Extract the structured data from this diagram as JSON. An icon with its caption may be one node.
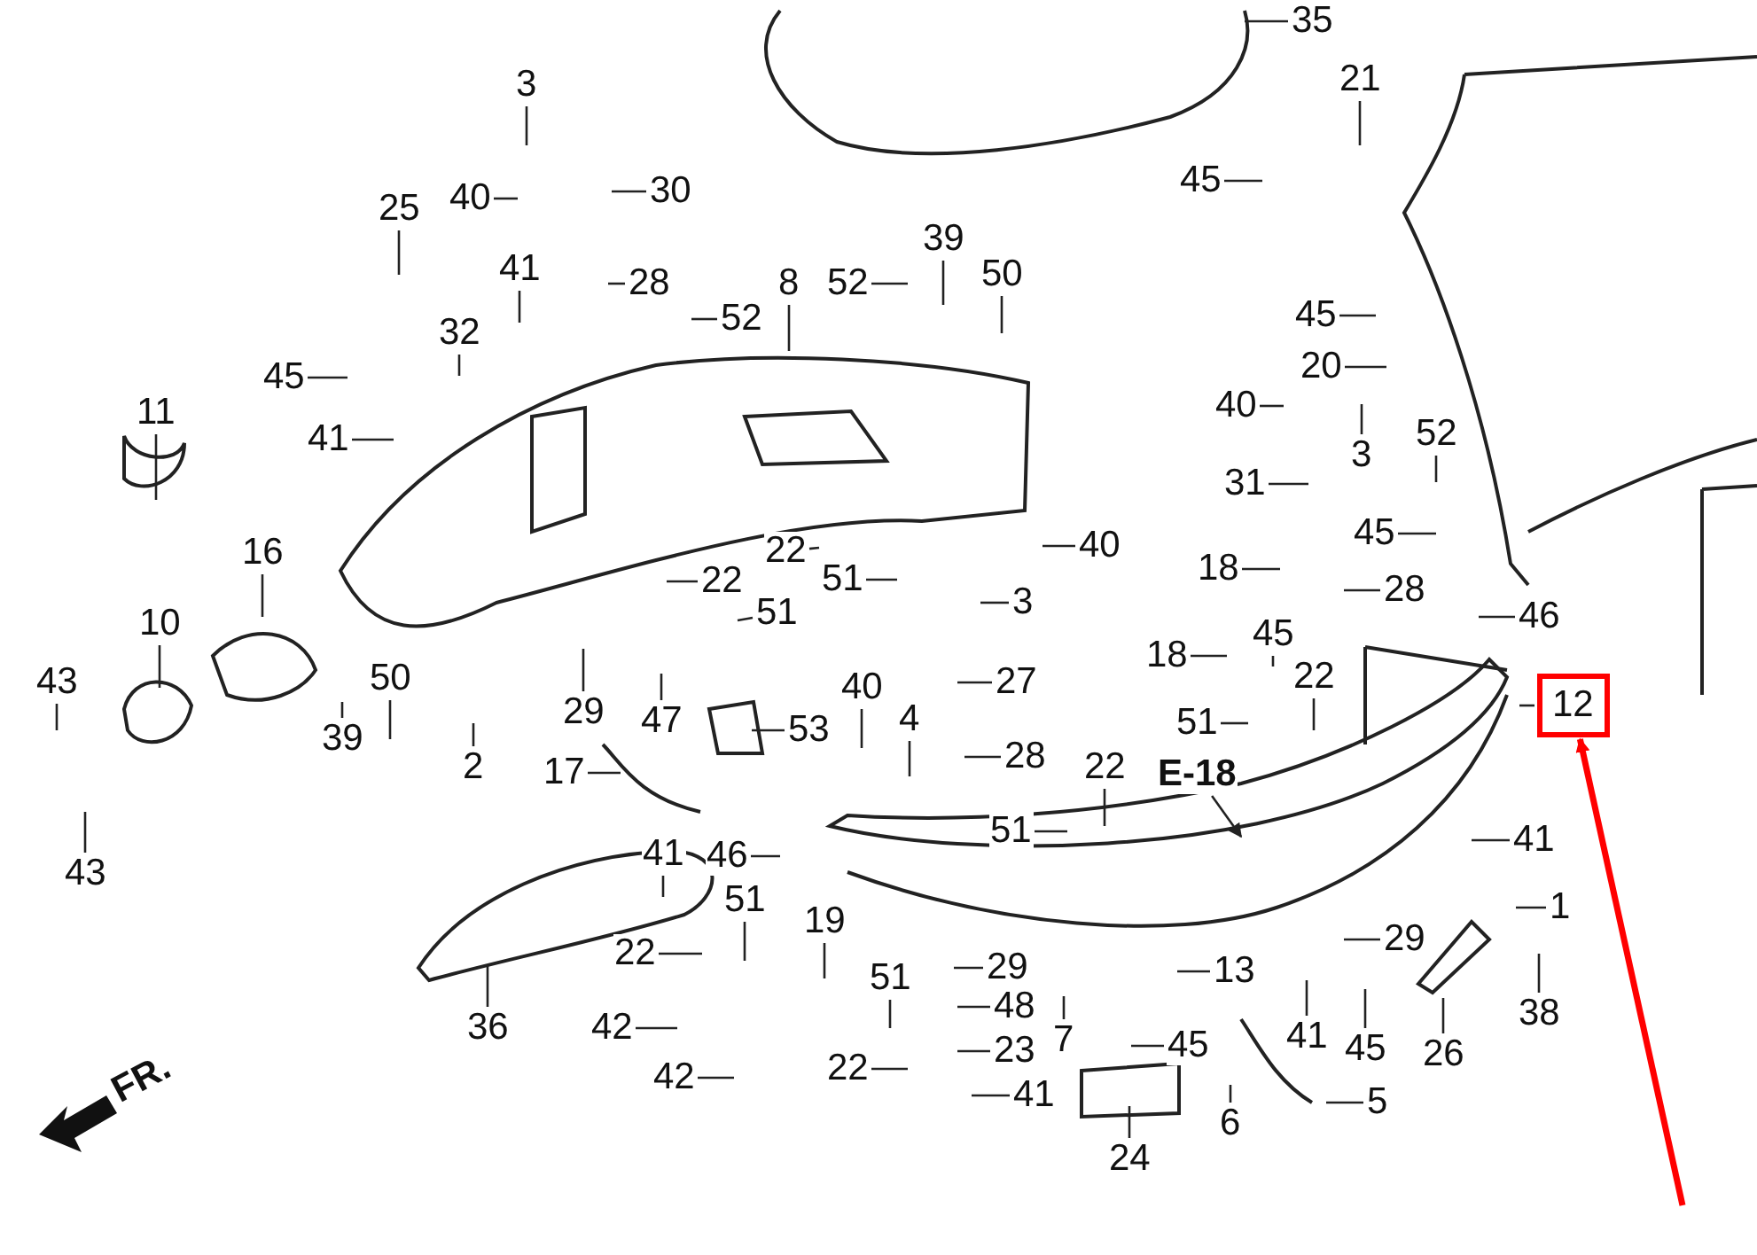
{
  "diagram": {
    "nodes": [
      {
        "text": [
          "35"
        ]
      },
      {
        "text": [
          "3"
        ]
      },
      {
        "text": [
          "21"
        ]
      },
      {
        "text": [
          "40"
        ]
      },
      {
        "text": [
          "30"
        ]
      },
      {
        "text": [
          "45"
        ]
      },
      {
        "text": [
          "25"
        ]
      },
      {
        "text": [
          "39"
        ]
      },
      {
        "text": [
          "41"
        ]
      },
      {
        "text": [
          "28"
        ]
      },
      {
        "text": [
          "52"
        ]
      },
      {
        "text": [
          "8"
        ]
      },
      {
        "text": [
          "50"
        ]
      },
      {
        "text": [
          "52"
        ]
      },
      {
        "text": [
          "45"
        ]
      },
      {
        "text": [
          "32"
        ]
      },
      {
        "text": [
          "20"
        ]
      },
      {
        "text": [
          "45"
        ]
      },
      {
        "text": [
          "41"
        ]
      },
      {
        "text": [
          "40"
        ]
      },
      {
        "text": [
          "11"
        ]
      },
      {
        "text": [
          "3"
        ]
      },
      {
        "text": [
          "52"
        ]
      },
      {
        "text": [
          "31"
        ]
      },
      {
        "text": [
          "16"
        ]
      },
      {
        "text": [
          "45"
        ]
      },
      {
        "text": [
          "40"
        ]
      },
      {
        "text": [
          "22"
        ]
      },
      {
        "text": [
          "18"
        ]
      },
      {
        "text": [
          "51"
        ]
      },
      {
        "text": [
          "22"
        ]
      },
      {
        "text": [
          "3"
        ]
      },
      {
        "text": [
          "28"
        ]
      },
      {
        "text": [
          "10"
        ]
      },
      {
        "text": [
          "51"
        ]
      },
      {
        "text": [
          "46"
        ]
      },
      {
        "text": [
          "45"
        ]
      },
      {
        "text": [
          "18"
        ]
      },
      {
        "text": [
          "22"
        ]
      },
      {
        "text": [
          "27"
        ]
      },
      {
        "text": [
          "43"
        ]
      },
      {
        "text": [
          "50"
        ]
      },
      {
        "text": [
          "12"
        ]
      },
      {
        "text": [
          "39"
        ]
      },
      {
        "text": [
          "51"
        ]
      },
      {
        "text": [
          "40"
        ]
      },
      {
        "text": [
          "29"
        ]
      },
      {
        "text": [
          "47"
        ]
      },
      {
        "text": [
          "53"
        ]
      },
      {
        "text": [
          "4"
        ]
      },
      {
        "text": [
          "2"
        ]
      },
      {
        "text": [
          "17"
        ]
      },
      {
        "text": [
          "28"
        ]
      },
      {
        "text": [
          "22"
        ]
      },
      {
        "text": [
          "E-18"
        ]
      },
      {
        "text": [
          "46"
        ]
      },
      {
        "text": [
          "43"
        ]
      },
      {
        "text": [
          "51"
        ]
      },
      {
        "text": [
          "41"
        ]
      },
      {
        "text": [
          "41"
        ]
      },
      {
        "text": [
          "51"
        ]
      },
      {
        "text": [
          "19"
        ]
      },
      {
        "text": [
          "1"
        ]
      },
      {
        "text": [
          "22"
        ]
      },
      {
        "text": [
          "29"
        ]
      },
      {
        "text": [
          "29"
        ]
      },
      {
        "text": [
          "13"
        ]
      },
      {
        "text": [
          "51"
        ]
      },
      {
        "text": [
          "48"
        ]
      },
      {
        "text": [
          "38"
        ]
      },
      {
        "text": [
          "36"
        ]
      },
      {
        "text": [
          "42"
        ]
      },
      {
        "text": [
          "7"
        ]
      },
      {
        "text": [
          "45"
        ]
      },
      {
        "text": [
          "41"
        ]
      },
      {
        "text": [
          "45"
        ]
      },
      {
        "text": [
          "26"
        ]
      },
      {
        "text": [
          "23"
        ]
      },
      {
        "text": [
          "22"
        ]
      },
      {
        "text": [
          "42"
        ]
      },
      {
        "text": [
          "41"
        ]
      },
      {
        "text": [
          "6"
        ]
      },
      {
        "text": [
          "5"
        ]
      },
      {
        "text": [
          "24"
        ]
      }
    ],
    "edges": [
      {
        "from": 0,
        "to": null,
        "arrow": "none"
      },
      {
        "from": 1,
        "to": null,
        "arrow": "none"
      },
      {
        "from": 2,
        "to": null,
        "arrow": "none"
      },
      {
        "from": 3,
        "to": null,
        "arrow": "none"
      },
      {
        "from": 4,
        "to": null,
        "arrow": "none"
      },
      {
        "from": 5,
        "to": null,
        "arrow": "none"
      },
      {
        "from": 6,
        "to": null,
        "arrow": "none"
      },
      {
        "from": 7,
        "to": null,
        "arrow": "none"
      },
      {
        "from": 8,
        "to": null,
        "arrow": "none"
      },
      {
        "from": 9,
        "to": null,
        "arrow": "none"
      },
      {
        "from": 10,
        "to": null,
        "arrow": "none"
      },
      {
        "from": 11,
        "to": null,
        "arrow": "none"
      },
      {
        "from": 12,
        "to": null,
        "arrow": "none"
      },
      {
        "from": 13,
        "to": null,
        "arrow": "none"
      },
      {
        "from": 14,
        "to": null,
        "arrow": "none"
      },
      {
        "from": 15,
        "to": null,
        "arrow": "none"
      },
      {
        "from": 16,
        "to": null,
        "arrow": "none"
      },
      {
        "from": 17,
        "to": null,
        "arrow": "none"
      },
      {
        "from": 18,
        "to": null,
        "arrow": "none"
      },
      {
        "from": 19,
        "to": null,
        "arrow": "none"
      },
      {
        "from": 20,
        "to": null,
        "arrow": "none"
      },
      {
        "from": 21,
        "to": null,
        "arrow": "none"
      },
      {
        "from": 22,
        "to": null,
        "arrow": "none"
      },
      {
        "from": 23,
        "to": null,
        "arrow": "none"
      },
      {
        "from": 24,
        "to": null,
        "arrow": "none"
      },
      {
        "from": 25,
        "to": null,
        "arrow": "none"
      },
      {
        "from": 26,
        "to": null,
        "arrow": "none"
      },
      {
        "from": 27,
        "to": null,
        "arrow": "none"
      },
      {
        "from": 28,
        "to": null,
        "arrow": "none"
      },
      {
        "from": 29,
        "to": null,
        "arrow": "none"
      },
      {
        "from": 30,
        "to": null,
        "arrow": "none"
      },
      {
        "from": 31,
        "to": null,
        "arrow": "none"
      },
      {
        "from": 32,
        "to": null,
        "arrow": "none"
      },
      {
        "from": 33,
        "to": null,
        "arrow": "none"
      },
      {
        "from": 34,
        "to": null,
        "arrow": "none"
      },
      {
        "from": 35,
        "to": null,
        "arrow": "none"
      },
      {
        "from": 36,
        "to": null,
        "arrow": "none"
      },
      {
        "from": 37,
        "to": null,
        "arrow": "none"
      },
      {
        "from": 38,
        "to": null,
        "arrow": "none"
      },
      {
        "from": 39,
        "to": null,
        "arrow": "none"
      },
      {
        "from": 40,
        "to": null,
        "arrow": "none"
      },
      {
        "from": 41,
        "to": null,
        "arrow": "none"
      },
      {
        "from": 42,
        "to": null,
        "arrow": "none"
      },
      {
        "from": 43,
        "to": null,
        "arrow": "none"
      },
      {
        "from": 44,
        "to": null,
        "arrow": "none"
      },
      {
        "from": 45,
        "to": null,
        "arrow": "none"
      },
      {
        "from": 46,
        "to": null,
        "arrow": "none"
      },
      {
        "from": 47,
        "to": null,
        "arrow": "none"
      },
      {
        "from": 48,
        "to": null,
        "arrow": "none"
      },
      {
        "from": 49,
        "to": null,
        "arrow": "none"
      },
      {
        "from": 50,
        "to": null,
        "arrow": "none"
      },
      {
        "from": 51,
        "to": null,
        "arrow": "none"
      },
      {
        "from": 52,
        "to": null,
        "arrow": "none"
      },
      {
        "from": 53,
        "to": null,
        "arrow": "none"
      },
      {
        "from": 54,
        "to": null,
        "arrow": "to"
      },
      {
        "from": 55,
        "to": null,
        "arrow": "none"
      },
      {
        "from": 56,
        "to": null,
        "arrow": "none"
      },
      {
        "from": 57,
        "to": null,
        "arrow": "none"
      },
      {
        "from": 58,
        "to": null,
        "arrow": "none"
      },
      {
        "from": 59,
        "to": null,
        "arrow": "none"
      },
      {
        "from": 60,
        "to": null,
        "arrow": "none"
      },
      {
        "from": 61,
        "to": null,
        "arrow": "none"
      },
      {
        "from": 62,
        "to": null,
        "arrow": "none"
      },
      {
        "from": 63,
        "to": null,
        "arrow": "none"
      },
      {
        "from": 64,
        "to": null,
        "arrow": "none"
      },
      {
        "from": 65,
        "to": null,
        "arrow": "none"
      },
      {
        "from": 66,
        "to": null,
        "arrow": "none"
      },
      {
        "from": 67,
        "to": null,
        "arrow": "none"
      },
      {
        "from": 68,
        "to": null,
        "arrow": "none"
      },
      {
        "from": 69,
        "to": null,
        "arrow": "none"
      },
      {
        "from": 70,
        "to": null,
        "arrow": "none"
      },
      {
        "from": 71,
        "to": null,
        "arrow": "none"
      },
      {
        "from": 72,
        "to": null,
        "arrow": "none"
      },
      {
        "from": 73,
        "to": null,
        "arrow": "none"
      },
      {
        "from": 74,
        "to": null,
        "arrow": "none"
      },
      {
        "from": 75,
        "to": null,
        "arrow": "none"
      },
      {
        "from": 76,
        "to": null,
        "arrow": "none"
      },
      {
        "from": 77,
        "to": null,
        "arrow": "none"
      },
      {
        "from": 78,
        "to": null,
        "arrow": "none"
      },
      {
        "from": 79,
        "to": null,
        "arrow": "none"
      },
      {
        "from": 80,
        "to": null,
        "arrow": "none"
      },
      {
        "from": 81,
        "to": null,
        "arrow": "none"
      },
      {
        "from": 82,
        "to": null,
        "arrow": "none"
      },
      {
        "from": 83,
        "to": null,
        "arrow": "none"
      },
      {
        "from": null,
        "to": 42,
        "arrow": "to",
        "style": "thick",
        "color": "#ff0000"
      }
    ],
    "labels": [
      "FR."
    ]
  }
}
